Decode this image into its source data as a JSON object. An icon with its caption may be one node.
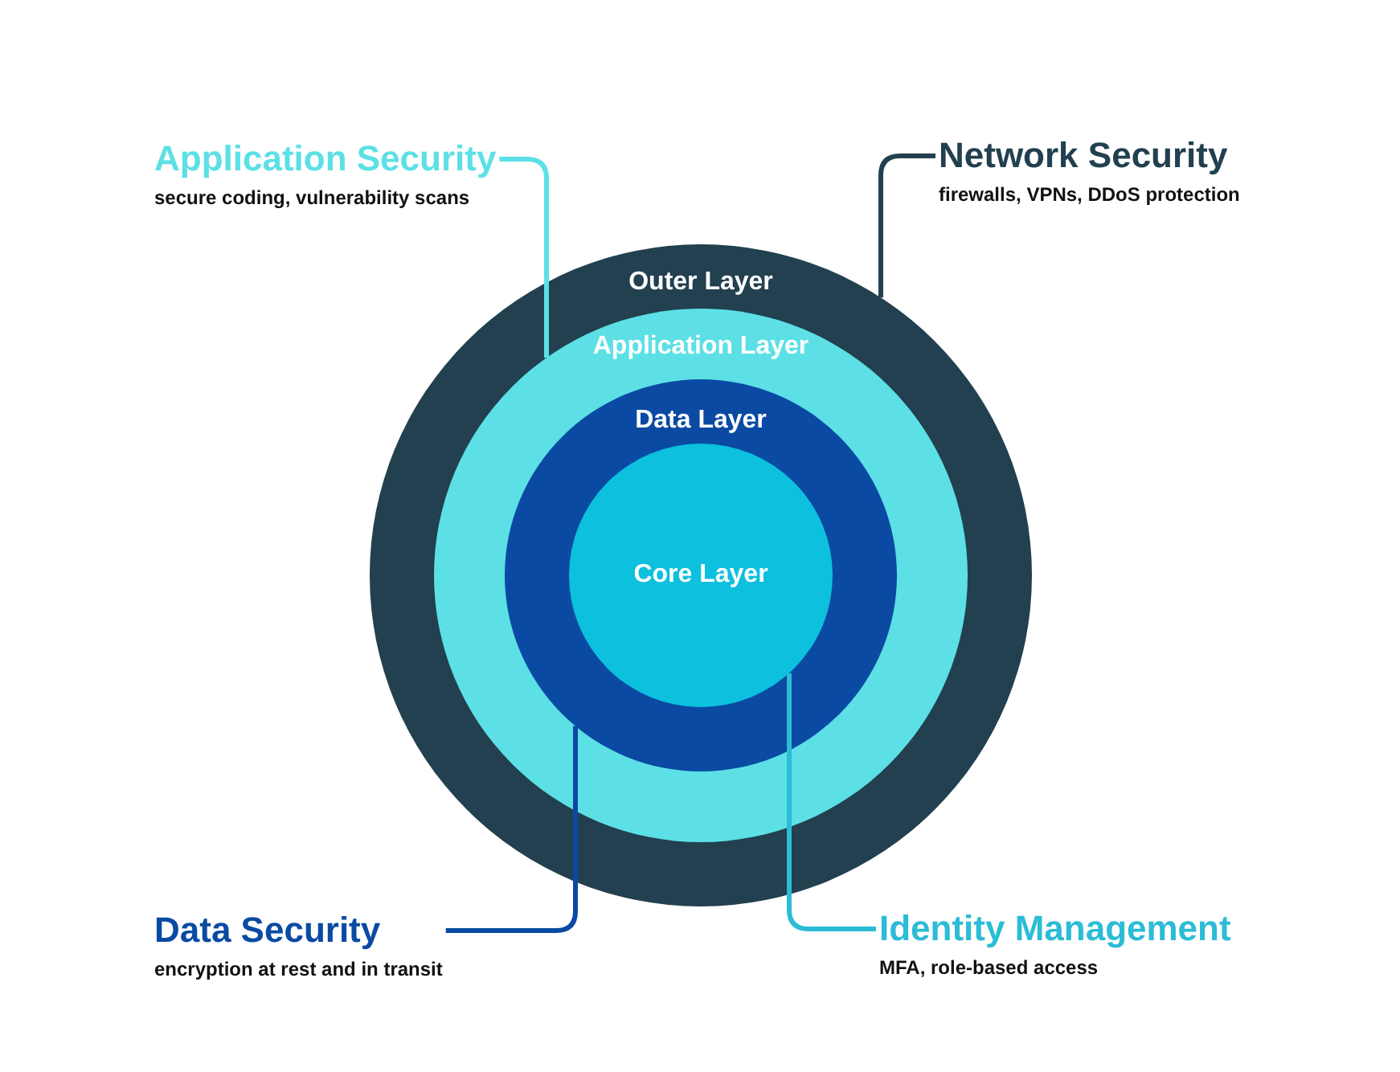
{
  "diagram": {
    "nodes": [
      {
        "text": [
          "Outer Layer"
        ]
      },
      {
        "text": [
          "Application Layer"
        ],
        "in": 0
      },
      {
        "text": [
          "Data Layer"
        ],
        "in": 1
      },
      {
        "text": [
          "Core Layer"
        ],
        "in": 2
      },
      {
        "text": [
          "Application Security",
          "secure coding, vulnerability scans"
        ]
      },
      {
        "text": [
          "Network Security",
          "firewalls, VPNs, DDoS protection"
        ]
      },
      {
        "text": [
          "Data Security",
          "encryption at rest and in transit"
        ]
      },
      {
        "text": [
          "Identity Management",
          "MFA, role-based access"
        ]
      }
    ],
    "edges": [
      {
        "from": 4,
        "to": 1,
        "arrow": "none",
        "color": "#5ce0e6"
      },
      {
        "from": 5,
        "to": 0,
        "arrow": "none",
        "color": "#22404f"
      },
      {
        "from": 6,
        "to": 2,
        "arrow": "none",
        "color": "#0a4aa3"
      },
      {
        "from": 7,
        "to": 3,
        "arrow": "none",
        "color": "#2bbcd6"
      }
    ]
  }
}
